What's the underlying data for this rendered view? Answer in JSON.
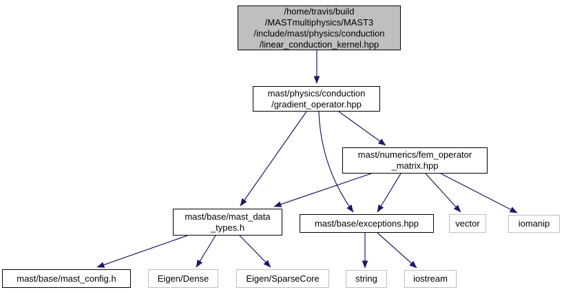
{
  "colors": {
    "edge": "#191970",
    "current_node_fill": "#bfbfbf",
    "project_node_border": "#000000",
    "system_node_border": "#bfbfbf",
    "text": "#000000",
    "background": "#ffffff"
  },
  "nodes": [
    {
      "id": "linear_conduction_kernel",
      "kind": "current",
      "lines": [
        "/home/travis/build",
        "/MASTmultiphysics/MAST3",
        "/include/mast/physics/conduction",
        "/linear_conduction_kernel.hpp"
      ]
    },
    {
      "id": "gradient_operator",
      "kind": "project",
      "lines": [
        "mast/physics/conduction",
        "/gradient_operator.hpp"
      ]
    },
    {
      "id": "fem_operator_matrix",
      "kind": "project",
      "lines": [
        "mast/numerics/fem_operator",
        "_matrix.hpp"
      ]
    },
    {
      "id": "mast_data_types",
      "kind": "project",
      "lines": [
        "mast/base/mast_data",
        "_types.h"
      ]
    },
    {
      "id": "exceptions",
      "kind": "project",
      "lines": [
        "mast/base/exceptions.hpp"
      ]
    },
    {
      "id": "vector",
      "kind": "system",
      "lines": [
        "vector"
      ]
    },
    {
      "id": "iomanip",
      "kind": "system",
      "lines": [
        "iomanip"
      ]
    },
    {
      "id": "mast_config",
      "kind": "project",
      "lines": [
        "mast/base/mast_config.h"
      ]
    },
    {
      "id": "eigen_dense",
      "kind": "system",
      "lines": [
        "Eigen/Dense"
      ]
    },
    {
      "id": "eigen_sparsecore",
      "kind": "system",
      "lines": [
        "Eigen/SparseCore"
      ]
    },
    {
      "id": "string",
      "kind": "system",
      "lines": [
        "string"
      ]
    },
    {
      "id": "iostream",
      "kind": "system",
      "lines": [
        "iostream"
      ]
    }
  ],
  "edges": [
    {
      "from": "linear_conduction_kernel",
      "to": "gradient_operator"
    },
    {
      "from": "gradient_operator",
      "to": "mast_data_types"
    },
    {
      "from": "gradient_operator",
      "to": "exceptions"
    },
    {
      "from": "gradient_operator",
      "to": "fem_operator_matrix"
    },
    {
      "from": "fem_operator_matrix",
      "to": "mast_data_types"
    },
    {
      "from": "fem_operator_matrix",
      "to": "exceptions"
    },
    {
      "from": "fem_operator_matrix",
      "to": "vector"
    },
    {
      "from": "fem_operator_matrix",
      "to": "iomanip"
    },
    {
      "from": "mast_data_types",
      "to": "mast_config"
    },
    {
      "from": "mast_data_types",
      "to": "eigen_dense"
    },
    {
      "from": "mast_data_types",
      "to": "eigen_sparsecore"
    },
    {
      "from": "exceptions",
      "to": "string"
    },
    {
      "from": "exceptions",
      "to": "iostream"
    }
  ]
}
